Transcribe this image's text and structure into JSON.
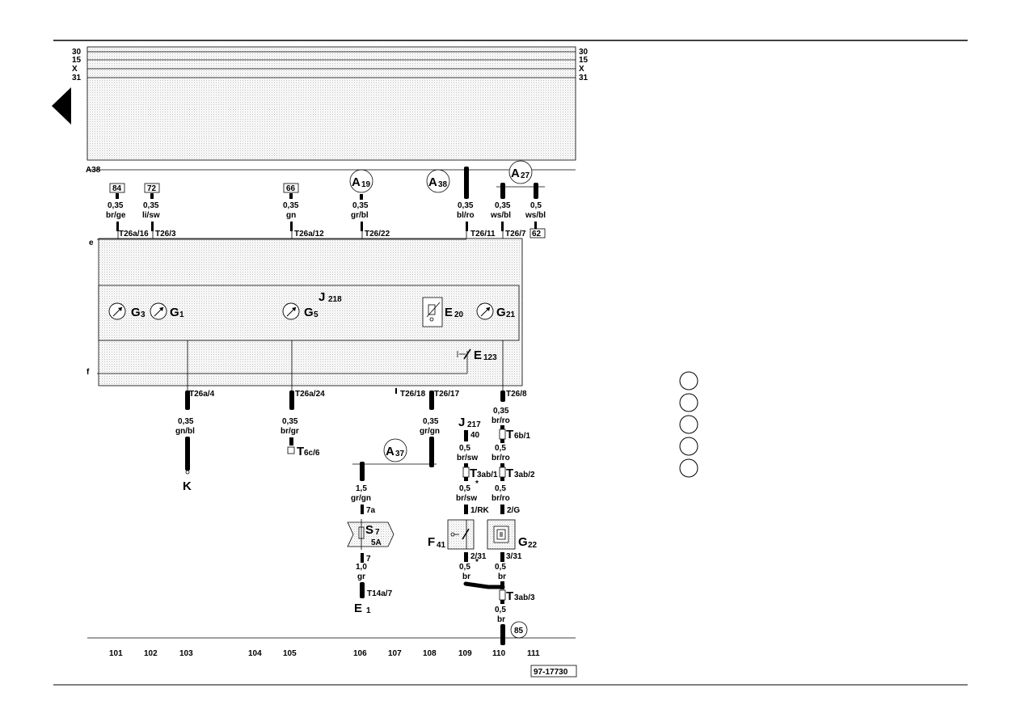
{
  "buses": {
    "left": [
      "30",
      "15",
      "X",
      "31"
    ],
    "right": [
      "30",
      "15",
      "X",
      "31"
    ]
  },
  "ground_label": "A38",
  "reference_boxes": {
    "r84": "84",
    "r72": "72",
    "r66": "66",
    "r62": "62"
  },
  "circles": {
    "a19": "A",
    "a19_sub": "19",
    "a38": "A",
    "a38_sub": "38",
    "a27": "A",
    "a27_sub": "27",
    "a37": "A",
    "a37_sub": "37",
    "c85": "85"
  },
  "wires_top": {
    "w84_size": "0,35",
    "w84_color": "br/ge",
    "w84_pin": "T26a/16",
    "w72_size": "0,35",
    "w72_color": "li/sw",
    "w72_pin": "T26/3",
    "w66_size": "0,35",
    "w66_color": "gn",
    "w66_pin": "T26a/12",
    "wa19_size": "0,35",
    "wa19_color": "gr/bl",
    "wa19_pin": "T26/22",
    "wa38_size": "0,35",
    "wa38_color": "bl/ro",
    "wa38_pin": "T26/11",
    "wa27a_size": "0,35",
    "wa27a_color": "ws/bl",
    "wa27a_pin": "T26/7",
    "wa27b_size": "0,5",
    "wa27b_color": "ws/bl"
  },
  "unit": {
    "edge_top": "e",
    "edge_bottom": "f",
    "name": "J",
    "name_sub": "218",
    "g3": "G",
    "g3_sub": "3",
    "g1": "G",
    "g1_sub": "1",
    "g5": "G",
    "g5_sub": "5",
    "e20": "E",
    "e20_sub": "20",
    "g21": "G",
    "g21_sub": "21",
    "e123": "E",
    "e123_sub": "123"
  },
  "wires_bottom": {
    "p4_pin": "T26a/4",
    "p4_size": "0,35",
    "p4_color": "gn/bl",
    "p4_dest": "K",
    "p24_pin": "T26a/24",
    "p24_size": "0,35",
    "p24_color": "br/gr",
    "p24_conn": "T",
    "p24_conn_sub": "6c/6",
    "p18_pin": "T26/18",
    "p17_pin": "T26/17",
    "p17_size": "0,35",
    "p17_color": "gr/gn",
    "p8_pin": "T26/8",
    "p8_size": "0,35",
    "p8_color": "br/ro",
    "t6b": "T",
    "t6b_sub": "6b/1",
    "p8b_size": "0,5",
    "p8b_color": "br/ro",
    "t3ab2": "T",
    "t3ab2_sub": "3ab/2",
    "p8c_size": "0,5",
    "p8c_color": "br/ro",
    "g22_pin_top": "2/G",
    "g22": "G",
    "g22_sub": "22",
    "g22_pin_bot": "3/31",
    "g22_size": "0,5",
    "g22_color": "br",
    "j217": "J",
    "j217_sub": "217",
    "j217_pin": "40",
    "j217_size": "0,5",
    "j217_color": "br/sw",
    "t3ab1": "T",
    "t3ab1_sub": "3ab/1",
    "f41_size_in": "0,5",
    "f41_star": "*",
    "f41_color_in": "br/sw",
    "f41_pin_top": "1/RK",
    "f41": "F",
    "f41_sub": "41",
    "f41_pin_bot": "2/31",
    "f41_size_out": "0,5",
    "f41_star2": "*",
    "f41_color_out": "br",
    "t3ab3": "T",
    "t3ab3_sub": "3ab/3",
    "gnd_size": "0,5",
    "gnd_color": "br",
    "s7_in_size": "1,5",
    "s7_in_color": "gr/gn",
    "s7_pin_in": "7a",
    "s7": "S",
    "s7_sub": "7",
    "s7_rating": "5A",
    "s7_pin_out": "7",
    "s7_out_size": "1,0",
    "s7_out_color": "gr",
    "t14a": "T14a/7",
    "e1": "E",
    "e1_sub": "1"
  },
  "columns": [
    "101",
    "102",
    "103",
    "104",
    "105",
    "106",
    "107",
    "108",
    "109",
    "110",
    "111"
  ],
  "figure_code": "97-17730"
}
